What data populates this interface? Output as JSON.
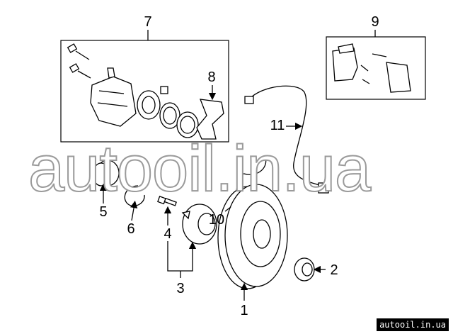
{
  "callouts": [
    "1",
    "2",
    "3",
    "4",
    "5",
    "6",
    "7",
    "8",
    "9",
    "10",
    "11"
  ],
  "watermark": "autooil.in.ua",
  "badge": "autooil.in.ua"
}
